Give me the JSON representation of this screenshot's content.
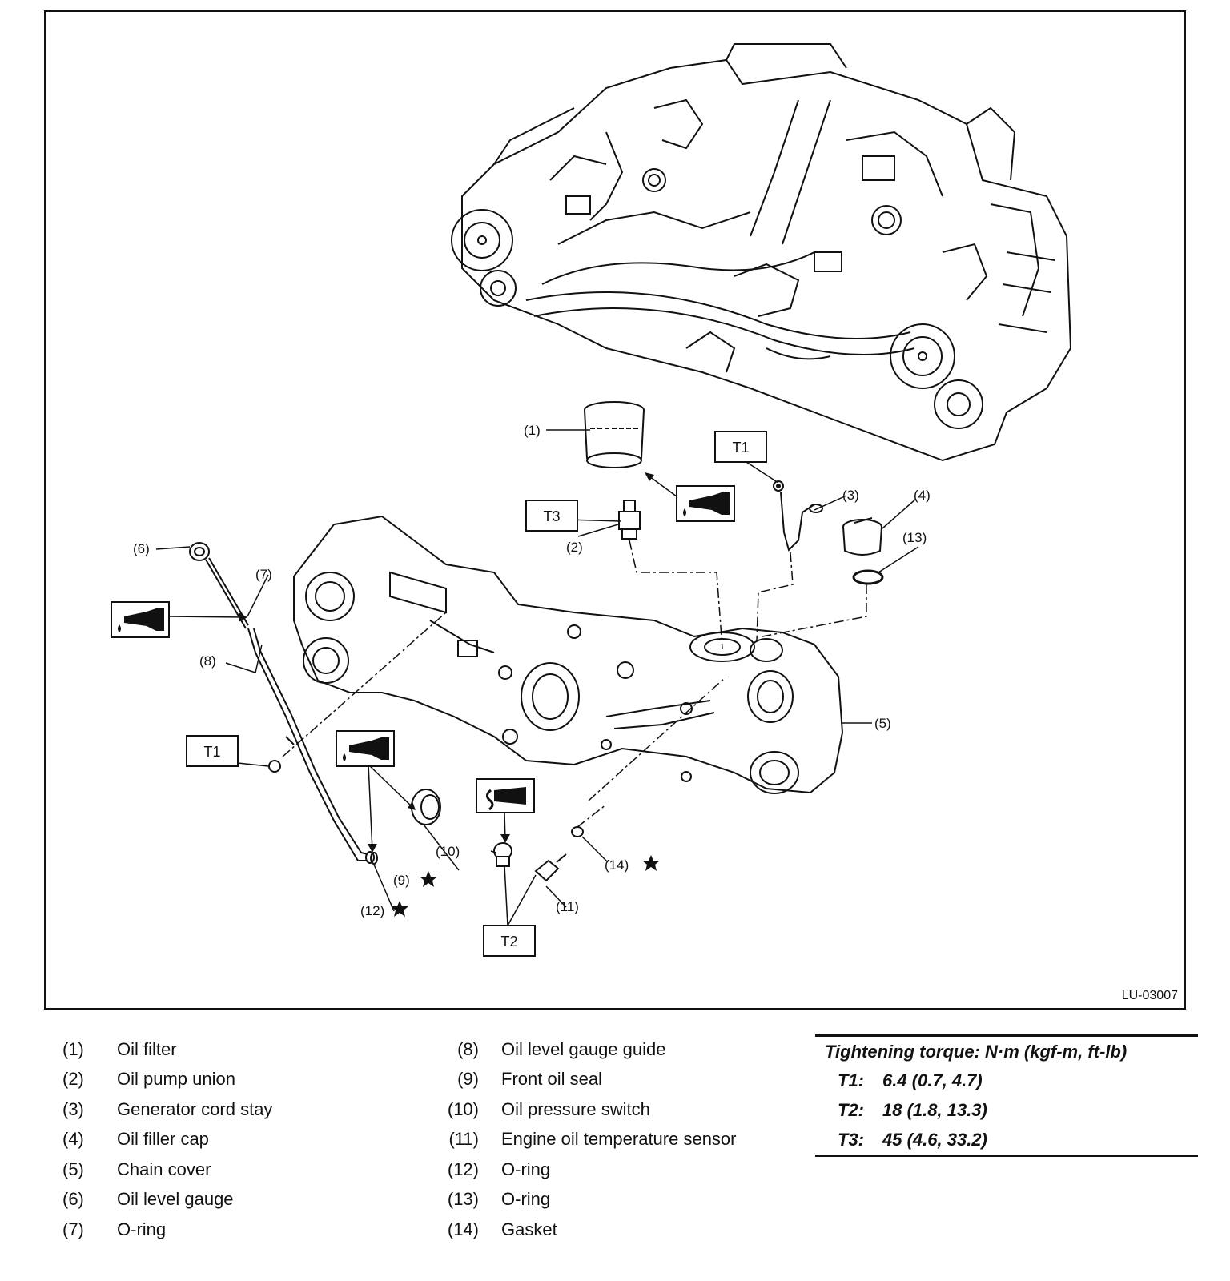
{
  "figure": {
    "id": "LU-03007",
    "callouts": [
      "(1)",
      "(2)",
      "(3)",
      "(4)",
      "(5)",
      "(6)",
      "(7)",
      "(8)",
      "(9)",
      "(10)",
      "(11)",
      "(12)",
      "(13)",
      "(14)"
    ],
    "torque_boxes": [
      "T1",
      "T1",
      "T2",
      "T3"
    ],
    "icons": [
      "oil-apply-icon",
      "oil-apply-icon",
      "oil-apply-icon",
      "sealant-apply-icon"
    ]
  },
  "legend": {
    "left": [
      {
        "num": "(1)",
        "name": "Oil filter"
      },
      {
        "num": "(2)",
        "name": "Oil pump union"
      },
      {
        "num": "(3)",
        "name": "Generator cord stay"
      },
      {
        "num": "(4)",
        "name": "Oil filler cap"
      },
      {
        "num": "(5)",
        "name": "Chain cover"
      },
      {
        "num": "(6)",
        "name": "Oil level gauge"
      },
      {
        "num": "(7)",
        "name": "O-ring"
      }
    ],
    "mid": [
      {
        "num": "(8)",
        "name": "Oil level gauge guide"
      },
      {
        "num": "(9)",
        "name": "Front oil seal"
      },
      {
        "num": "(10)",
        "name": "Oil pressure switch"
      },
      {
        "num": "(11)",
        "name": "Engine oil temperature sensor"
      },
      {
        "num": "(12)",
        "name": "O-ring"
      },
      {
        "num": "(13)",
        "name": "O-ring"
      },
      {
        "num": "(14)",
        "name": "Gasket"
      }
    ]
  },
  "torque": {
    "title": "Tightening torque: N·m (kgf-m, ft-lb)",
    "rows": [
      {
        "key": "T1:",
        "value": "6.4 (0.7, 4.7)"
      },
      {
        "key": "T2:",
        "value": "18 (1.8, 13.3)"
      },
      {
        "key": "T3:",
        "value": "45 (4.6, 33.2)"
      }
    ]
  }
}
